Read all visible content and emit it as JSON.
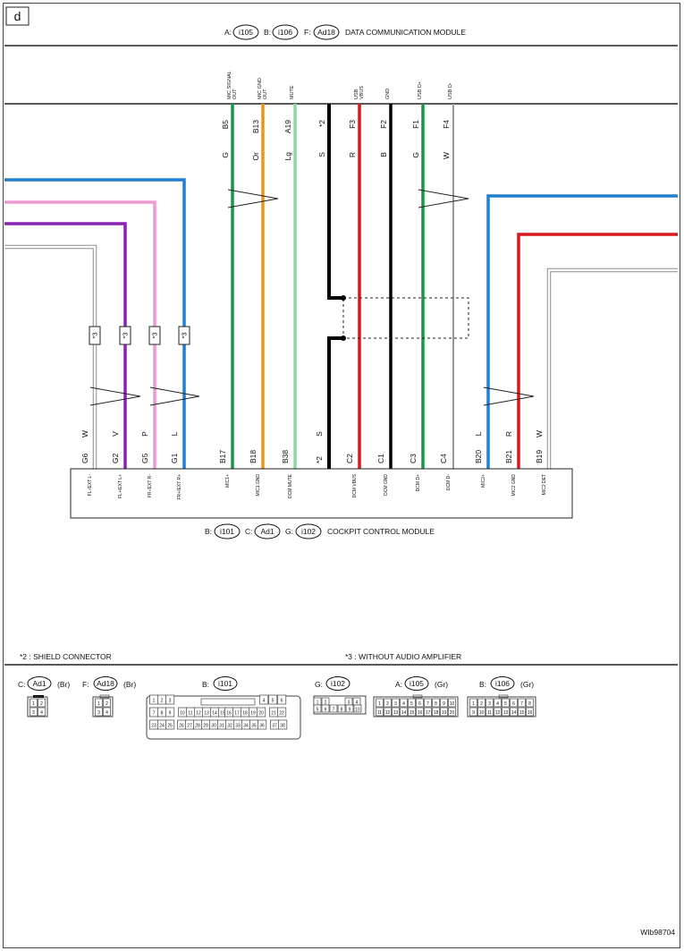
{
  "page_letter": "d",
  "footer_code": "WIb98704",
  "top_module": {
    "name": "DATA COMMUNICATION MODULE",
    "connectors": [
      {
        "prefix": "A:",
        "id": "i105"
      },
      {
        "prefix": "B:",
        "id": "i106"
      },
      {
        "prefix": "F:",
        "id": "Ad18"
      }
    ]
  },
  "bottom_module": {
    "name": "COCKPIT CONTROL MODULE",
    "connectors": [
      {
        "prefix": "B:",
        "id": "i101"
      },
      {
        "prefix": "C:",
        "id": "Ad1"
      },
      {
        "prefix": "G:",
        "id": "i102"
      }
    ]
  },
  "top_pins": [
    {
      "signal": "MIC SIGNAL OUT",
      "pin": "B5",
      "color_code": "G",
      "wire_color": "#1a9648"
    },
    {
      "signal": "MIC GND OUT",
      "pin": "B13",
      "color_code": "Or",
      "wire_color": "#e8961e"
    },
    {
      "signal": "MUTE",
      "pin": "A19",
      "color_code": "Lg",
      "wire_color": "#8ed89a"
    },
    {
      "signal": "",
      "pin": "*2",
      "color_code": "S",
      "wire_color": "#000000"
    },
    {
      "signal": "USB VBUS",
      "pin": "F3",
      "color_code": "R",
      "wire_color": "#d7191c"
    },
    {
      "signal": "GND",
      "pin": "F2",
      "color_code": "B",
      "wire_color": "#000000"
    },
    {
      "signal": "USB D+",
      "pin": "F1",
      "color_code": "G",
      "wire_color": "#1a9648"
    },
    {
      "signal": "USB D-",
      "pin": "F4",
      "color_code": "W",
      "wire_color": "#b0b0b0"
    }
  ],
  "bottom_pins": [
    {
      "pin": "G6",
      "color_code": "W",
      "signal": "FL-/EXT L-"
    },
    {
      "pin": "G2",
      "color_code": "V",
      "signal": "FL+/EXT L+"
    },
    {
      "pin": "G5",
      "color_code": "P",
      "signal": "FR-/EXT R-"
    },
    {
      "pin": "G1",
      "color_code": "L",
      "signal": "FR+/EXT R+"
    },
    {
      "pin": "B17",
      "color_code": "",
      "signal": "MIC1+"
    },
    {
      "pin": "B18",
      "color_code": "",
      "signal": "MIC1 GND"
    },
    {
      "pin": "B38",
      "color_code": "",
      "signal": "DCM MUTE"
    },
    {
      "pin": "*2",
      "color_code": "S",
      "signal": ""
    },
    {
      "pin": "C2",
      "color_code": "",
      "signal": "DCM VBUS"
    },
    {
      "pin": "C1",
      "color_code": "",
      "signal": "DCM GND"
    },
    {
      "pin": "C3",
      "color_code": "",
      "signal": "DCM D+"
    },
    {
      "pin": "C4",
      "color_code": "",
      "signal": "DCM D-"
    },
    {
      "pin": "B20",
      "color_code": "L",
      "signal": "MIC2+"
    },
    {
      "pin": "B21",
      "color_code": "R",
      "signal": "MIC2 GND"
    },
    {
      "pin": "B19",
      "color_code": "W",
      "signal": "MIC2 DET"
    }
  ],
  "markers": {
    "star3": "*3"
  },
  "legend": {
    "note_2": "*2 : SHIELD CONNECTOR",
    "note_3": "*3 : WITHOUT AUDIO AMPLIFIER"
  },
  "connector_views": [
    {
      "prefix": "C:",
      "id": "Ad1",
      "color": "(Br)",
      "rows": [
        [
          "1",
          "2"
        ],
        [
          "3",
          "4"
        ]
      ]
    },
    {
      "prefix": "F:",
      "id": "Ad18",
      "color": "(Br)",
      "rows": [
        [
          "1",
          "2"
        ],
        [
          "3",
          "4"
        ]
      ]
    },
    {
      "prefix": "B:",
      "id": "i101",
      "color": "",
      "rows": [
        [
          "1",
          "2",
          "3",
          "4",
          "5",
          "6"
        ],
        [
          "7",
          "8",
          "9",
          "10",
          "11",
          "12",
          "13",
          "14",
          "15",
          "16",
          "17",
          "18",
          "19",
          "20",
          "21",
          "22"
        ],
        [
          "23",
          "24",
          "25",
          "26",
          "27",
          "28",
          "29",
          "30",
          "31",
          "32",
          "33",
          "34",
          "35",
          "36",
          "37",
          "38"
        ]
      ]
    },
    {
      "prefix": "G:",
      "id": "i102",
      "color": "",
      "rows": [
        [
          "1",
          "2",
          "3",
          "4"
        ],
        [
          "5",
          "6",
          "7",
          "8",
          "9",
          "10"
        ]
      ]
    },
    {
      "prefix": "A:",
      "id": "i105",
      "color": "(Gr)",
      "rows": [
        [
          "1",
          "2",
          "3",
          "4",
          "5",
          "6",
          "7",
          "8",
          "9",
          "10"
        ],
        [
          "11",
          "12",
          "13",
          "14",
          "15",
          "16",
          "17",
          "18",
          "19",
          "20"
        ]
      ]
    },
    {
      "prefix": "B:",
      "id": "i106",
      "color": "(Gr)",
      "rows": [
        [
          "1",
          "2",
          "3",
          "4",
          "5",
          "6",
          "7",
          "8"
        ],
        [
          "9",
          "10",
          "11",
          "12",
          "13",
          "14",
          "15",
          "16"
        ]
      ]
    }
  ],
  "colors": {
    "blue": "#1f7fd0",
    "pink": "#ee9ad2",
    "violet": "#8a22b4",
    "white_wire": "#b0b0b0",
    "red": "#d7191c",
    "green": "#1a9648",
    "orange": "#e8961e",
    "light_green": "#8ed89a",
    "black": "#000000"
  }
}
